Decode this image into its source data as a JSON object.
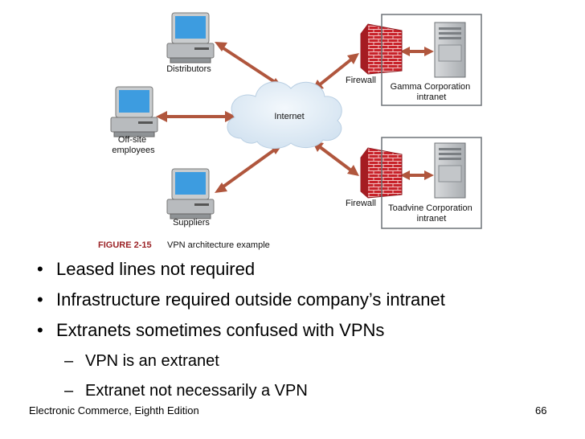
{
  "diagram": {
    "nodes": {
      "distributors": "Distributors",
      "offsite": [
        "Off-site",
        "employees"
      ],
      "suppliers": "Suppliers",
      "internet": "Internet",
      "firewall_top": "Firewall",
      "firewall_bottom": "Firewall",
      "gamma": [
        "Gamma Corporation",
        "intranet"
      ],
      "toadvine": [
        "Toadvine Corporation",
        "intranet"
      ]
    },
    "caption": {
      "label": "FIGURE 2-15",
      "text": "VPN architecture example"
    },
    "colors": {
      "arrow": "#b0563d",
      "firewall": "#c8222a",
      "cloud": "#dde9f4",
      "caption": "#9b2226"
    }
  },
  "bullets": [
    "Leased lines not required",
    "Infrastructure required outside company’s intranet",
    "Extranets sometimes confused with VPNs"
  ],
  "subbullets": [
    "VPN is an extranet",
    "Extranet not necessarily a VPN"
  ],
  "footer": {
    "title": "Electronic Commerce, Eighth Edition",
    "page": "66"
  }
}
